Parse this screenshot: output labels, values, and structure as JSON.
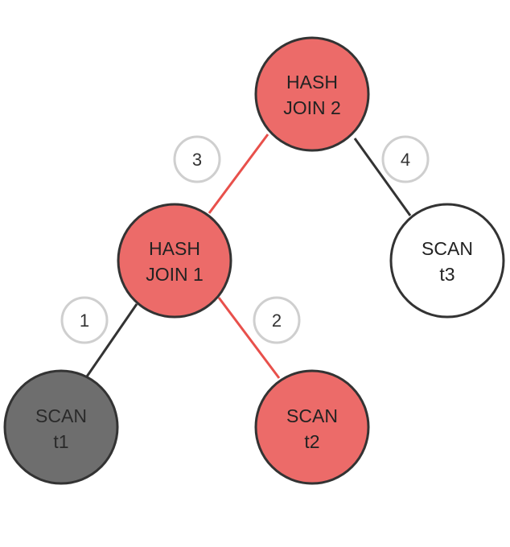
{
  "colors": {
    "active_fill": "#ec6b69",
    "done_fill": "#6e6e6e",
    "pending_fill": "#ffffff",
    "node_stroke": "#333333",
    "active_edge": "#e8504b",
    "edge": "#333333",
    "badge_stroke": "#cfcfcf"
  },
  "nodes": {
    "hash_join_2": {
      "line1": "HASH",
      "line2": "JOIN 2",
      "state": "active"
    },
    "hash_join_1": {
      "line1": "HASH",
      "line2": "JOIN 1",
      "state": "active"
    },
    "scan_t3": {
      "line1": "SCAN",
      "line2": "t3",
      "state": "pending"
    },
    "scan_t1": {
      "line1": "SCAN",
      "line2": "t1",
      "state": "done"
    },
    "scan_t2": {
      "line1": "SCAN",
      "line2": "t2",
      "state": "active"
    }
  },
  "edges": {
    "e1": {
      "label": "1",
      "state": "normal"
    },
    "e2": {
      "label": "2",
      "state": "active"
    },
    "e3": {
      "label": "3",
      "state": "active"
    },
    "e4": {
      "label": "4",
      "state": "normal"
    }
  }
}
